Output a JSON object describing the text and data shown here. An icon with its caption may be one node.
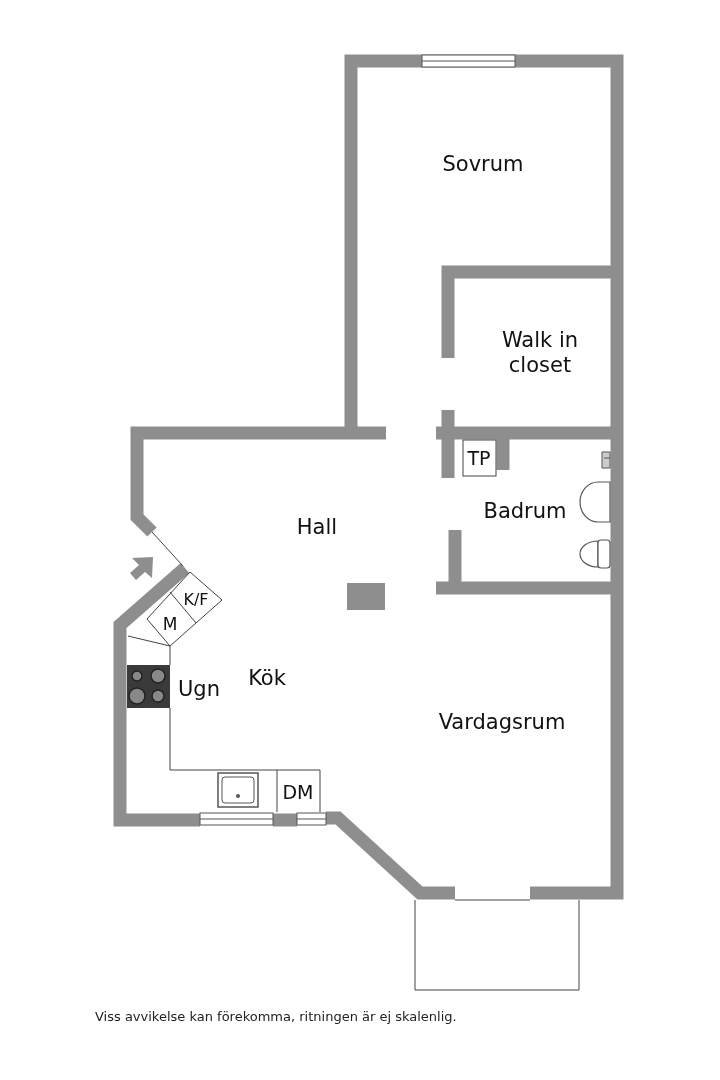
{
  "diagram": {
    "caption": "Viss avvikelse kan förekomma, ritningen är ej skalenlig.",
    "labels": [
      "Sovrum",
      "Walk in closet",
      "TP",
      "Badrum",
      "Hall",
      "K/F",
      "M",
      "Ugn",
      "Kök",
      "Vardagsrum",
      "DM"
    ]
  }
}
